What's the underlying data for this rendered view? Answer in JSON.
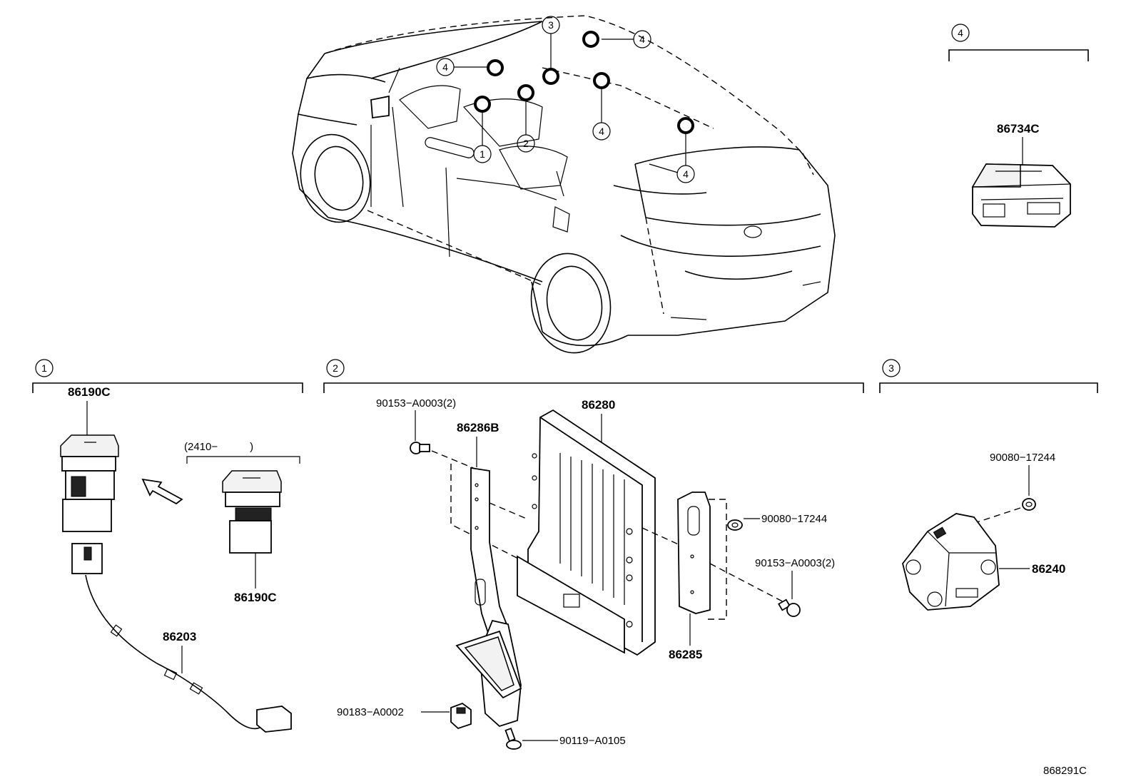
{
  "callouts": {
    "c1": "1",
    "c2": "2",
    "c3": "3",
    "c4": "4"
  },
  "labels": {
    "p86734c": "86734C",
    "p86190c_a": "86190C",
    "p86190c_b": "86190C",
    "variant_note": "(2410−　　　)",
    "p86203": "86203",
    "p90153_a": "90153−A0003(2)",
    "p86286b": "86286B",
    "p86280": "86280",
    "p90080_a": "90080−17244",
    "p90153_b": "90153−A0003(2)",
    "p86285": "86285",
    "p90183": "90183−A0002",
    "p90119": "90119−A0105",
    "p90080_b": "90080−17244",
    "p86240": "86240"
  },
  "diagram_code": "868291C"
}
